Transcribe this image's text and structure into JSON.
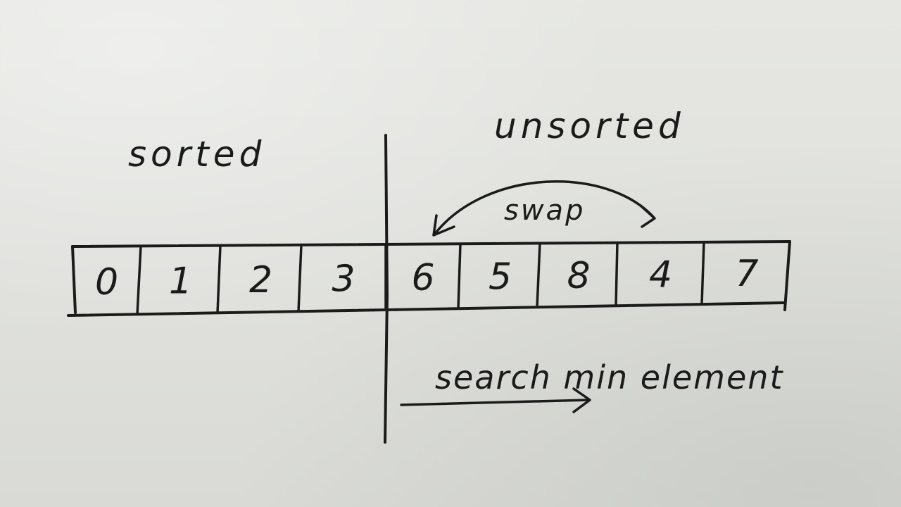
{
  "labels": {
    "sorted": "sorted",
    "unsorted": "unsorted",
    "swap": "swap",
    "search": "search min element"
  },
  "array": {
    "values": [
      "0",
      "1",
      "2",
      "3",
      "6",
      "5",
      "8",
      "4",
      "7"
    ],
    "sorted_count": 4
  },
  "colors": {
    "ink": "#1b1b1b",
    "paper": "#e2e3de"
  }
}
